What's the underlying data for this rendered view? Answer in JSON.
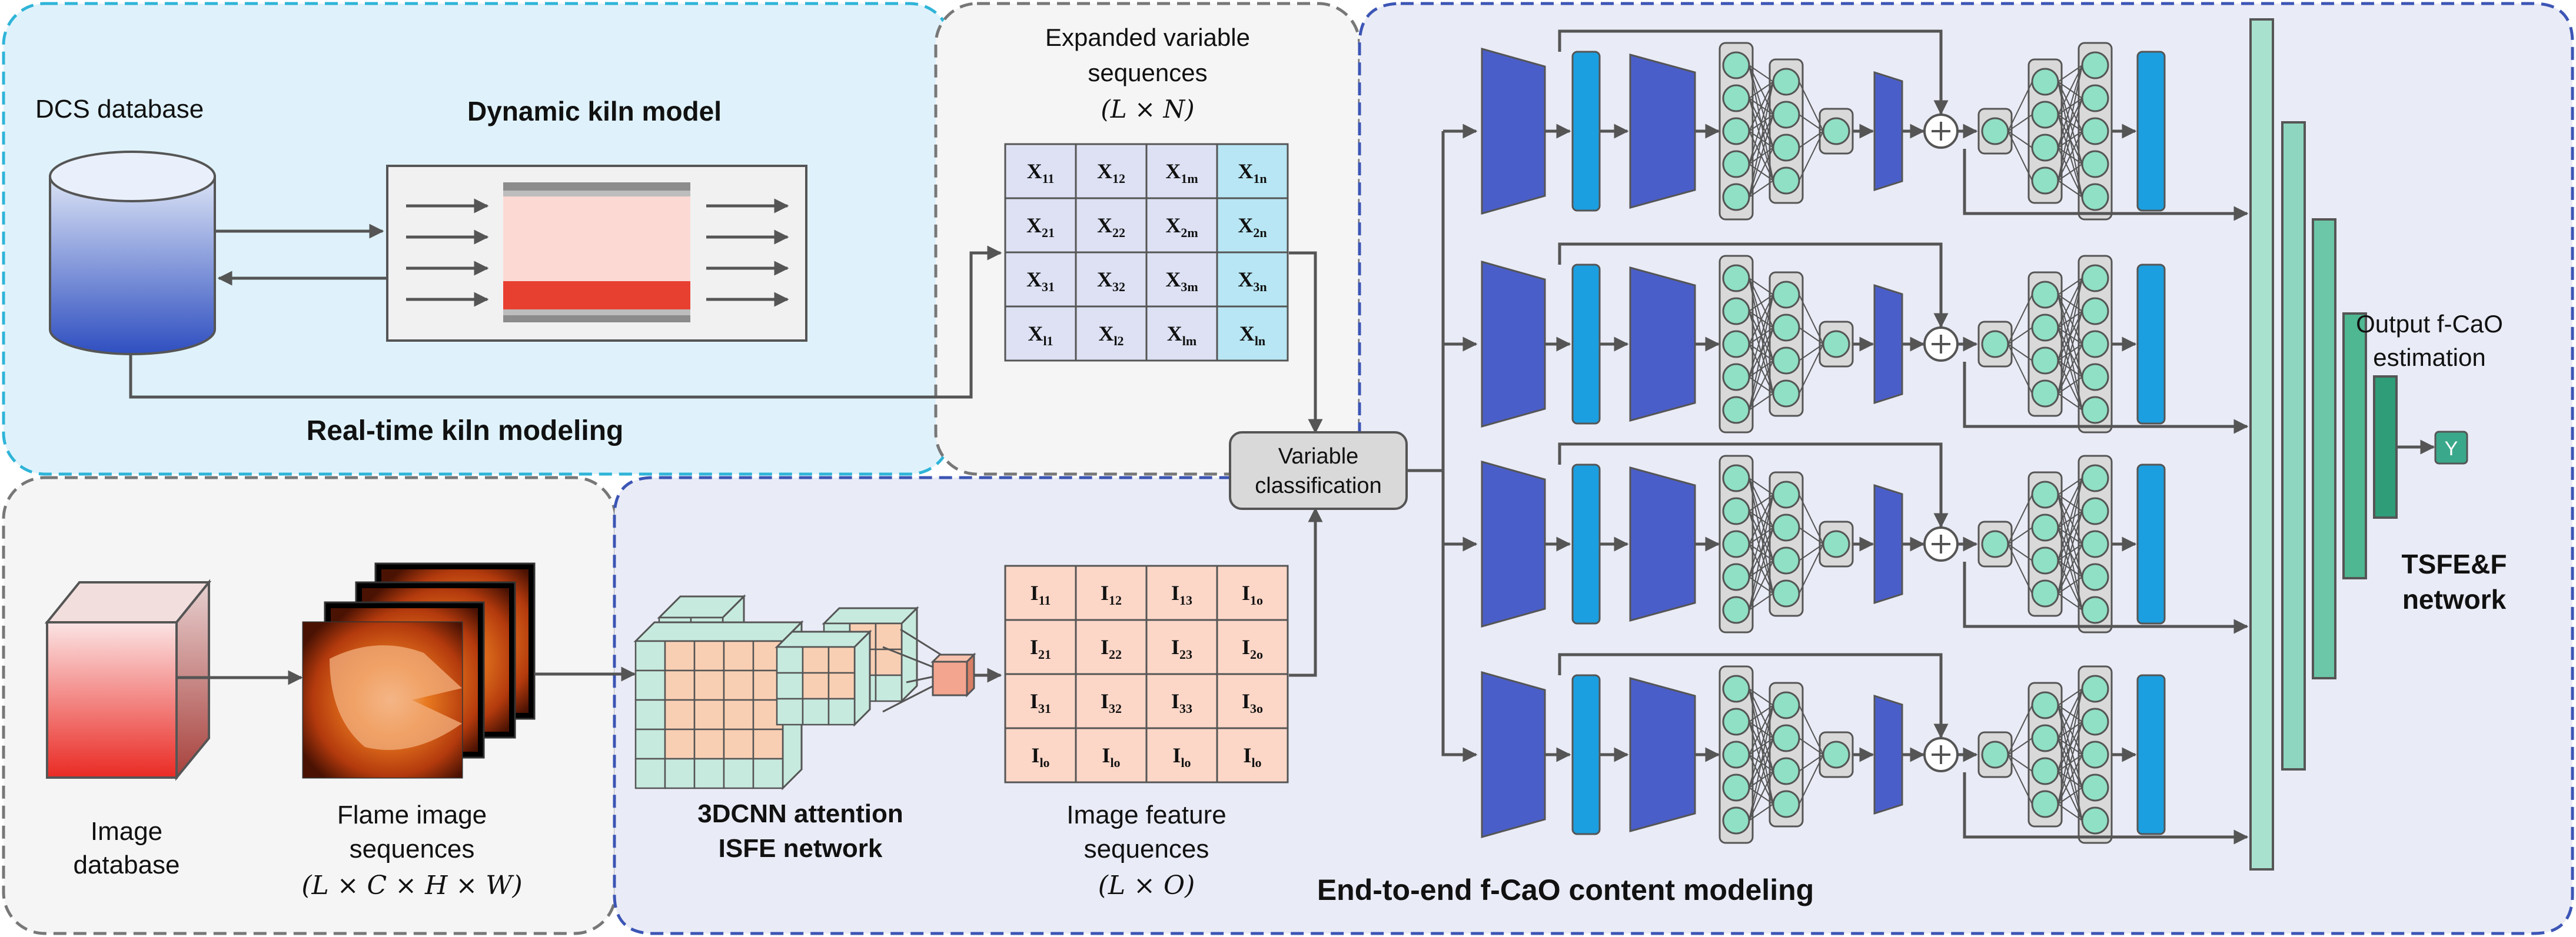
{
  "colors": {
    "kiln_panel": "#dff2fb",
    "kiln_border": "#2fb4d8",
    "grey_panel": "#f5f5f5",
    "grey_border": "#777777",
    "modeling_panel": "#e9ebf6",
    "modeling_border": "#3c55b5",
    "cnn_block": "#4a5ec9",
    "bn_block": "#1c9fe0",
    "neuron": "#8fe0c4",
    "output_bars": "#3aa88a",
    "x_cell": "#dde1f3",
    "x_cell_last": "#b8e6f4",
    "i_cell": "#fcd7c8",
    "cube_orange": "#f9cfb3",
    "cube_teal": "#c7eadf"
  },
  "kiln": {
    "dcs_label": "DCS database",
    "model_title": "Dynamic kiln model",
    "section_title": "Real-time kiln modeling"
  },
  "expanded": {
    "title_line1": "Expanded variable",
    "title_line2": "sequences",
    "dims": "(L × N)",
    "rows": [
      [
        {
          "b": "X",
          "s": "11"
        },
        {
          "b": "X",
          "s": "12"
        },
        {
          "b": "X",
          "s": "1m"
        },
        {
          "b": "X",
          "s": "1n"
        }
      ],
      [
        {
          "b": "X",
          "s": "21"
        },
        {
          "b": "X",
          "s": "22"
        },
        {
          "b": "X",
          "s": "2m"
        },
        {
          "b": "X",
          "s": "2n"
        }
      ],
      [
        {
          "b": "X",
          "s": "31"
        },
        {
          "b": "X",
          "s": "32"
        },
        {
          "b": "X",
          "s": "3m"
        },
        {
          "b": "X",
          "s": "3n"
        }
      ],
      [
        {
          "b": "X",
          "s": "l1"
        },
        {
          "b": "X",
          "s": "l2"
        },
        {
          "b": "X",
          "s": "lm"
        },
        {
          "b": "X",
          "s": "ln"
        }
      ]
    ]
  },
  "image": {
    "db_line1": "Image",
    "db_line2": "database",
    "flame_line1": "Flame image",
    "flame_line2": "sequences",
    "flame_dims": "(L × C × H × W)",
    "cnn_line1": "3DCNN attention",
    "cnn_line2": "ISFE network",
    "feat_line1": "Image feature",
    "feat_line2": "sequences",
    "feat_dims": "(L × O)",
    "rows": [
      [
        {
          "b": "I",
          "s": "11"
        },
        {
          "b": "I",
          "s": "12"
        },
        {
          "b": "I",
          "s": "13"
        },
        {
          "b": "I",
          "s": "1o"
        }
      ],
      [
        {
          "b": "I",
          "s": "21"
        },
        {
          "b": "I",
          "s": "22"
        },
        {
          "b": "I",
          "s": "23"
        },
        {
          "b": "I",
          "s": "2o"
        }
      ],
      [
        {
          "b": "I",
          "s": "31"
        },
        {
          "b": "I",
          "s": "32"
        },
        {
          "b": "I",
          "s": "33"
        },
        {
          "b": "I",
          "s": "3o"
        }
      ],
      [
        {
          "b": "I",
          "s": "lo"
        },
        {
          "b": "I",
          "s": "lo"
        },
        {
          "b": "I",
          "s": "lo"
        },
        {
          "b": "I",
          "s": "lo"
        }
      ]
    ]
  },
  "classification": {
    "line1": "Variable",
    "line2": "classification"
  },
  "network": {
    "output_line1": "Output f-CaO",
    "output_line2": "estimation",
    "y_label": "Y",
    "name_line1": "TSFE&F",
    "name_line2": "network",
    "section_title": "End-to-end f-CaO content modeling",
    "branch_count": 4
  }
}
